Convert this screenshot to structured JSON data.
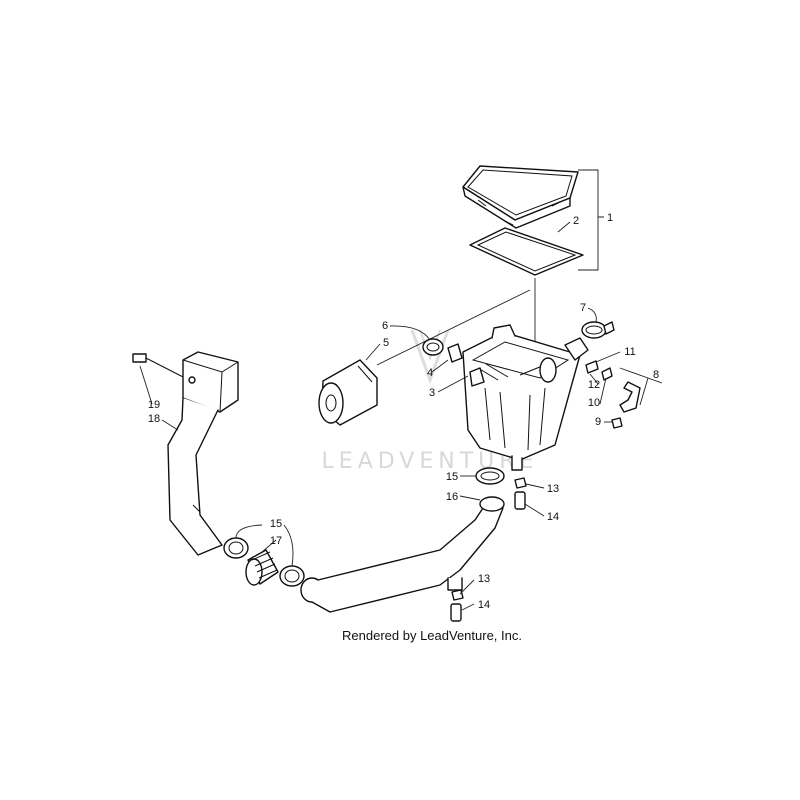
{
  "watermark": {
    "text": "LEADVENTURE"
  },
  "caption": "Rendered by LeadVenture, Inc.",
  "callouts": {
    "c1": "1",
    "c2": "2",
    "c3": "3",
    "c4": "4",
    "c5": "5",
    "c6": "6",
    "c7": "7",
    "c8": "8",
    "c9": "9",
    "c10": "10",
    "c11": "11",
    "c12": "12",
    "c13a": "13",
    "c13b": "13",
    "c14a": "14",
    "c14b": "14",
    "c15a": "15",
    "c15b": "15",
    "c16": "16",
    "c17": "17",
    "c18": "18",
    "c19": "19"
  },
  "colors": {
    "line": "#111111",
    "watermark": "#d8d8d8",
    "background": "#ffffff"
  }
}
